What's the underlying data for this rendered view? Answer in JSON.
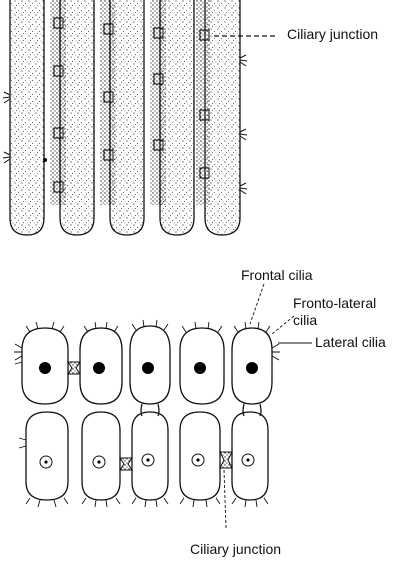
{
  "labels": {
    "ciliary_junction_top": "Ciliary junction",
    "frontal_cilia": "Frontal cilia",
    "fronto_lateral_line1": "Fronto-lateral",
    "fronto_lateral_line2": "cilia",
    "lateral_cilia": "Lateral cilia",
    "ciliary_junction_bottom": "Ciliary junction"
  },
  "colors": {
    "line": "#111111",
    "stipple": "#333333",
    "nucleus": "#000000"
  }
}
